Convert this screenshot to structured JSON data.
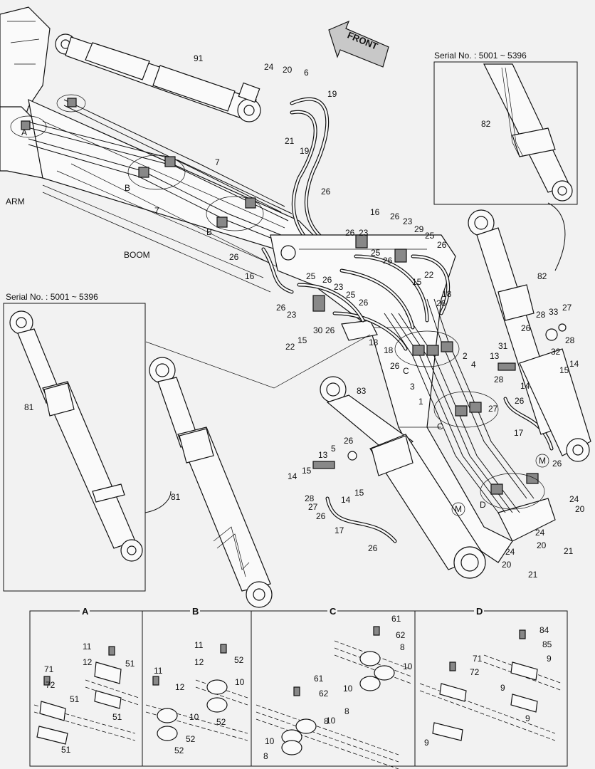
{
  "title_front": "FRONT",
  "serial_note": "Serial No. : 5001 ~ 5396",
  "labels": {
    "arm": "ARM",
    "boom": "BOOM",
    "a": "A",
    "b": "B",
    "c": "C",
    "d": "D",
    "m": "M"
  },
  "callouts": [
    {
      "id": "c91",
      "text": "91"
    },
    {
      "id": "c24a",
      "text": "24"
    },
    {
      "id": "c20a",
      "text": "20"
    },
    {
      "id": "c6",
      "text": "6"
    },
    {
      "id": "c19a",
      "text": "19"
    },
    {
      "id": "c19b",
      "text": "19"
    },
    {
      "id": "c21a",
      "text": "21"
    },
    {
      "id": "c7a",
      "text": "7"
    },
    {
      "id": "c7b",
      "text": "7"
    },
    {
      "id": "c26a",
      "text": "26"
    },
    {
      "id": "c16a",
      "text": "16"
    },
    {
      "id": "c26b",
      "text": "26"
    },
    {
      "id": "c23a",
      "text": "23"
    },
    {
      "id": "c29",
      "text": "29"
    },
    {
      "id": "c26c",
      "text": "26"
    },
    {
      "id": "c23b",
      "text": "23"
    },
    {
      "id": "c25a",
      "text": "25"
    },
    {
      "id": "c26d",
      "text": "26"
    },
    {
      "id": "c25b",
      "text": "25"
    },
    {
      "id": "c26e",
      "text": "26"
    },
    {
      "id": "c22a",
      "text": "22"
    },
    {
      "id": "c15a",
      "text": "15"
    },
    {
      "id": "c26f",
      "text": "26"
    },
    {
      "id": "c16b",
      "text": "16"
    },
    {
      "id": "c25c",
      "text": "25"
    },
    {
      "id": "c26g",
      "text": "26"
    },
    {
      "id": "c23c",
      "text": "23"
    },
    {
      "id": "c25d",
      "text": "25"
    },
    {
      "id": "c26h",
      "text": "26"
    },
    {
      "id": "c18a",
      "text": "18"
    },
    {
      "id": "c26i",
      "text": "26"
    },
    {
      "id": "c26j",
      "text": "26"
    },
    {
      "id": "c23d",
      "text": "23"
    },
    {
      "id": "c26k",
      "text": "26"
    },
    {
      "id": "c30",
      "text": "30"
    },
    {
      "id": "c22b",
      "text": "22"
    },
    {
      "id": "c15b",
      "text": "15"
    },
    {
      "id": "c18b",
      "text": "18"
    },
    {
      "id": "c18c",
      "text": "18"
    },
    {
      "id": "c26l",
      "text": "26"
    },
    {
      "id": "c2",
      "text": "2"
    },
    {
      "id": "c4",
      "text": "4"
    },
    {
      "id": "c3",
      "text": "3"
    },
    {
      "id": "c1",
      "text": "1"
    },
    {
      "id": "c82a",
      "text": "82"
    },
    {
      "id": "c82b",
      "text": "82"
    },
    {
      "id": "c33",
      "text": "33"
    },
    {
      "id": "c28a",
      "text": "28"
    },
    {
      "id": "c27a",
      "text": "27"
    },
    {
      "id": "c26m",
      "text": "26"
    },
    {
      "id": "c28b",
      "text": "28"
    },
    {
      "id": "c32",
      "text": "32"
    },
    {
      "id": "c15c",
      "text": "15"
    },
    {
      "id": "c14a",
      "text": "14"
    },
    {
      "id": "c31",
      "text": "31"
    },
    {
      "id": "c13a",
      "text": "13"
    },
    {
      "id": "c14b",
      "text": "14"
    },
    {
      "id": "c28c",
      "text": "28"
    },
    {
      "id": "c27b",
      "text": "27"
    },
    {
      "id": "c26n",
      "text": "26"
    },
    {
      "id": "c17a",
      "text": "17"
    },
    {
      "id": "c26o",
      "text": "26"
    },
    {
      "id": "c83",
      "text": "83"
    },
    {
      "id": "c26p",
      "text": "26"
    },
    {
      "id": "c5",
      "text": "5"
    },
    {
      "id": "c13b",
      "text": "13"
    },
    {
      "id": "c14c",
      "text": "14"
    },
    {
      "id": "c15d",
      "text": "15"
    },
    {
      "id": "c15e",
      "text": "15"
    },
    {
      "id": "c28d",
      "text": "28"
    },
    {
      "id": "c27c",
      "text": "27"
    },
    {
      "id": "c26q",
      "text": "26"
    },
    {
      "id": "c14d",
      "text": "14"
    },
    {
      "id": "c17b",
      "text": "17"
    },
    {
      "id": "c26r",
      "text": "26"
    },
    {
      "id": "c24b",
      "text": "24"
    },
    {
      "id": "c20b",
      "text": "20"
    },
    {
      "id": "c24c",
      "text": "24"
    },
    {
      "id": "c20c",
      "text": "20"
    },
    {
      "id": "c21b",
      "text": "21"
    },
    {
      "id": "c24d",
      "text": "24"
    },
    {
      "id": "c20d",
      "text": "20"
    },
    {
      "id": "c21c",
      "text": "21"
    },
    {
      "id": "c81a",
      "text": "81"
    },
    {
      "id": "c81b",
      "text": "81"
    }
  ],
  "details": [
    {
      "title": "A",
      "callouts": [
        "11",
        "12",
        "51",
        "71",
        "72",
        "51",
        "51",
        "51"
      ]
    },
    {
      "title": "B",
      "callouts": [
        "11",
        "12",
        "52",
        "11",
        "12",
        "10",
        "52",
        "10",
        "52",
        "52"
      ]
    },
    {
      "title": "C",
      "callouts": [
        "61",
        "62",
        "8",
        "10",
        "10",
        "8",
        "61",
        "62",
        "8",
        "10",
        "10",
        "8"
      ]
    },
    {
      "title": "D",
      "callouts": [
        "84",
        "85",
        "9",
        "71",
        "72",
        "9",
        "9",
        "9"
      ]
    }
  ]
}
